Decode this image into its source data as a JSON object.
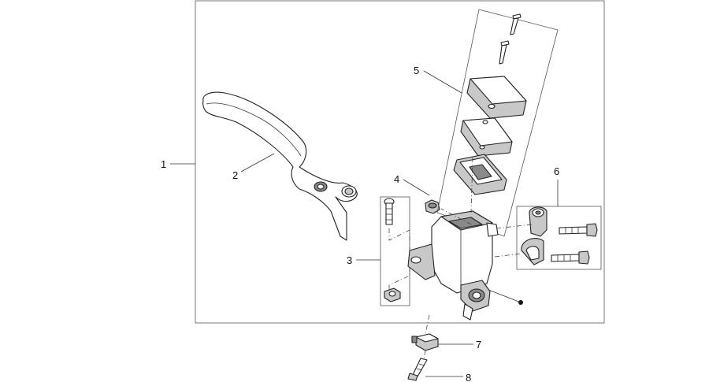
{
  "callouts": [
    "1",
    "2",
    "3",
    "4",
    "5",
    "6",
    "7",
    "8"
  ],
  "colors": {
    "line": "#333333",
    "fill_light": "#ffffff",
    "fill_mid": "#c8c8c8",
    "fill_dark": "#8a8a8a"
  }
}
